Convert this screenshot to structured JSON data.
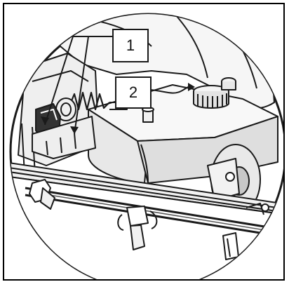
{
  "callouts": [
    {
      "id": "1",
      "label": "1"
    },
    {
      "id": "2",
      "label": "2"
    }
  ],
  "colors": {
    "frame": "#000000",
    "line": "#1a1a1a",
    "surface_light": "#f4f4f4",
    "surface_mid": "#d9d9d9",
    "surface_dark": "#8c8c8c"
  }
}
